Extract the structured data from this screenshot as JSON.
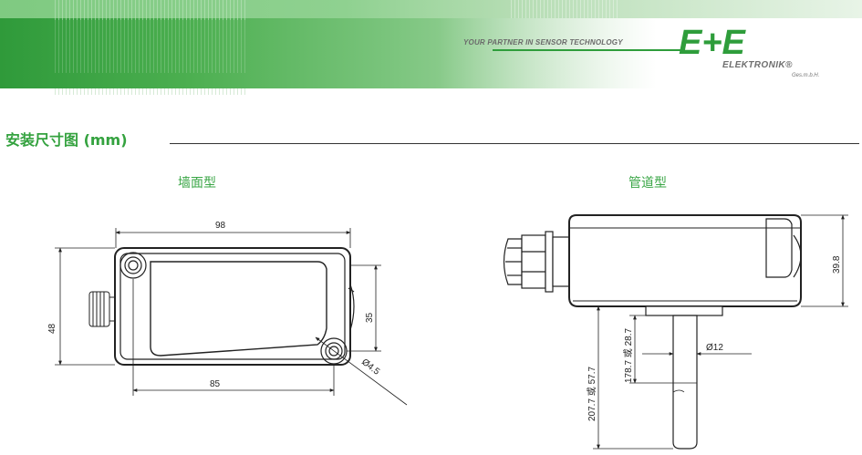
{
  "banner": {
    "tagline": "YOUR PARTNER IN SENSOR TECHNOLOGY",
    "logo_mark": "E+E",
    "logo_name": "ELEKTRONIK",
    "logo_registered": "®",
    "logo_suffix": "Ges.m.b.H."
  },
  "section": {
    "title": "安装尺寸图 (mm)"
  },
  "views": {
    "wall": {
      "title": "墙面型",
      "dims": {
        "width_total": "98",
        "height_total": "48",
        "hole_spacing_v": "35",
        "hole_spacing_h": "85",
        "hole_diameter": "Ø4.5"
      }
    },
    "duct": {
      "title": "管道型",
      "dims": {
        "height": "39.8",
        "probe_diameter": "Ø12",
        "probe_length_short": "178.7 或 28.7",
        "probe_length_long": "207.7 或 57.7"
      }
    }
  },
  "colors": {
    "brand_green": "#34a23f",
    "line": "#222222"
  }
}
